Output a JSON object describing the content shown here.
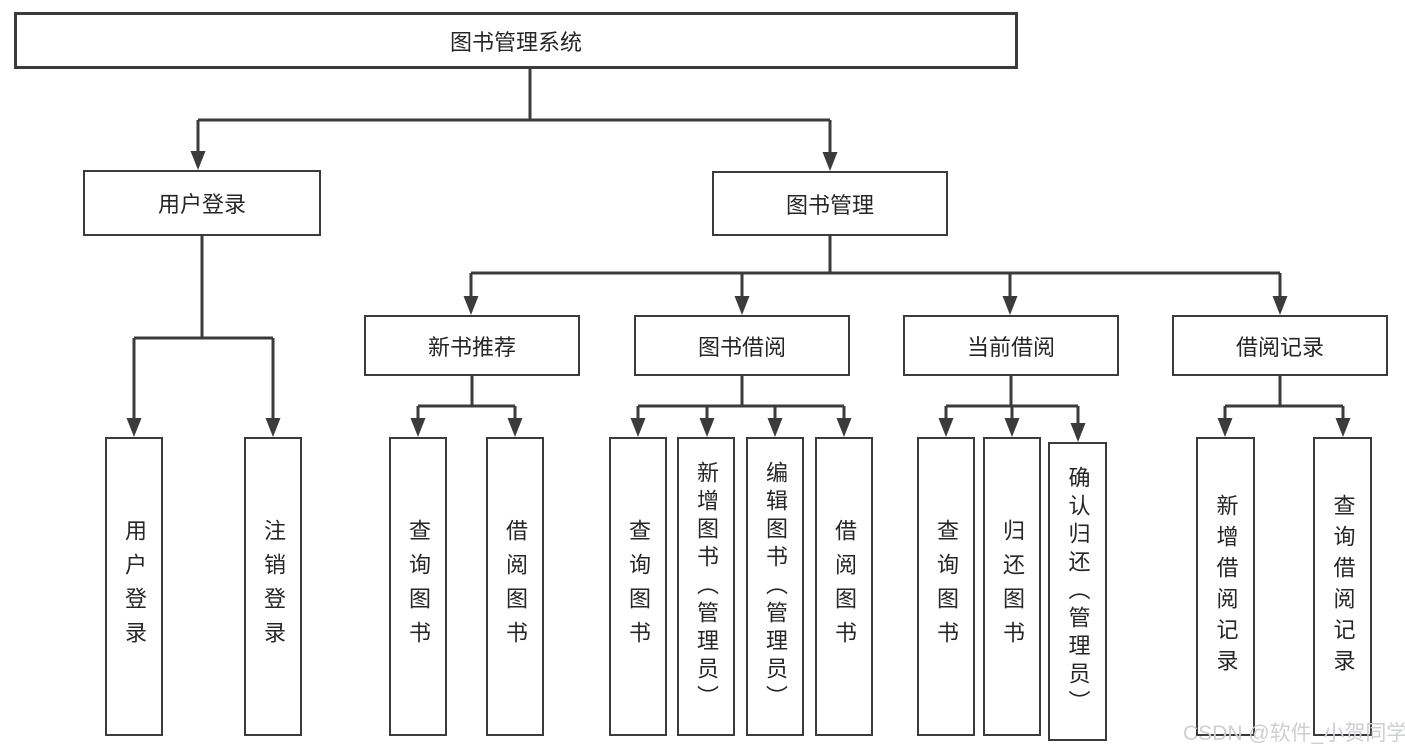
{
  "colors": {
    "background": "#ffffff",
    "line": "#3b3b3b",
    "box_border": "#3b3b3b",
    "box_fill": "#ffffff",
    "text": "#262626",
    "watermark": "#cdcfd3"
  },
  "tree": {
    "root": {
      "label": "图书管理系统"
    },
    "branches": [
      {
        "label": "用户登录",
        "leaves": [
          {
            "label": "用户登录"
          },
          {
            "label": "注销登录"
          }
        ]
      },
      {
        "label": "图书管理",
        "groups": [
          {
            "label": "新书推荐",
            "leaves": [
              {
                "label": "查询图书"
              },
              {
                "label": "借阅图书"
              }
            ]
          },
          {
            "label": "图书借阅",
            "leaves": [
              {
                "label": "查询图书"
              },
              {
                "label": "新增图书（管理员）"
              },
              {
                "label": "编辑图书（管理员）"
              },
              {
                "label": "借阅图书"
              }
            ]
          },
          {
            "label": "当前借阅",
            "leaves": [
              {
                "label": "查询图书"
              },
              {
                "label": "归还图书"
              },
              {
                "label": "确认归还（管理员）"
              }
            ]
          },
          {
            "label": "借阅记录",
            "leaves": [
              {
                "label": "新增借阅记录"
              },
              {
                "label": "查询借阅记录"
              }
            ]
          }
        ]
      }
    ]
  },
  "watermark": {
    "text": "CSDN @软件_小贺同学"
  }
}
